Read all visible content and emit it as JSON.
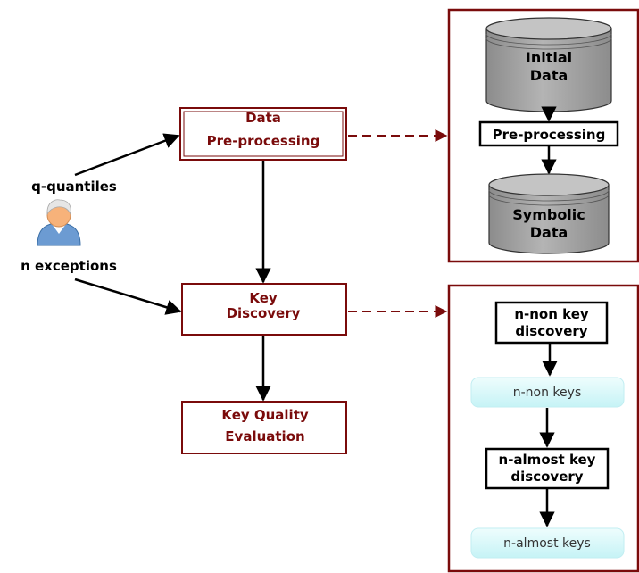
{
  "inputs": {
    "quantiles": "q-quantiles",
    "exceptions": "n exceptions"
  },
  "main_flow": {
    "preprocessing": [
      "Data",
      "Pre-processing"
    ],
    "key_discovery": [
      "Key",
      "Discovery"
    ],
    "key_quality": [
      "Key Quality",
      "Evaluation"
    ]
  },
  "preprocessing_detail": {
    "initial_data": [
      "Initial",
      "Data"
    ],
    "step": "Pre-processing",
    "symbolic_data": [
      "Symbolic",
      "Data"
    ]
  },
  "key_discovery_detail": {
    "non_key_discovery": [
      "n-non key",
      "discovery"
    ],
    "non_keys": "n-non keys",
    "almost_key_discovery": [
      "n-almost key",
      "discovery"
    ],
    "almost_keys": "n-almost keys"
  },
  "colors": {
    "dark_red": "#7a0b0b",
    "cylinder_gray": "#a3a3a3",
    "pill_cyan": "#dcfafc",
    "user_skin": "#f7b27a",
    "user_shirt": "#6c9bd2"
  },
  "icons": {
    "user": "user-icon"
  }
}
